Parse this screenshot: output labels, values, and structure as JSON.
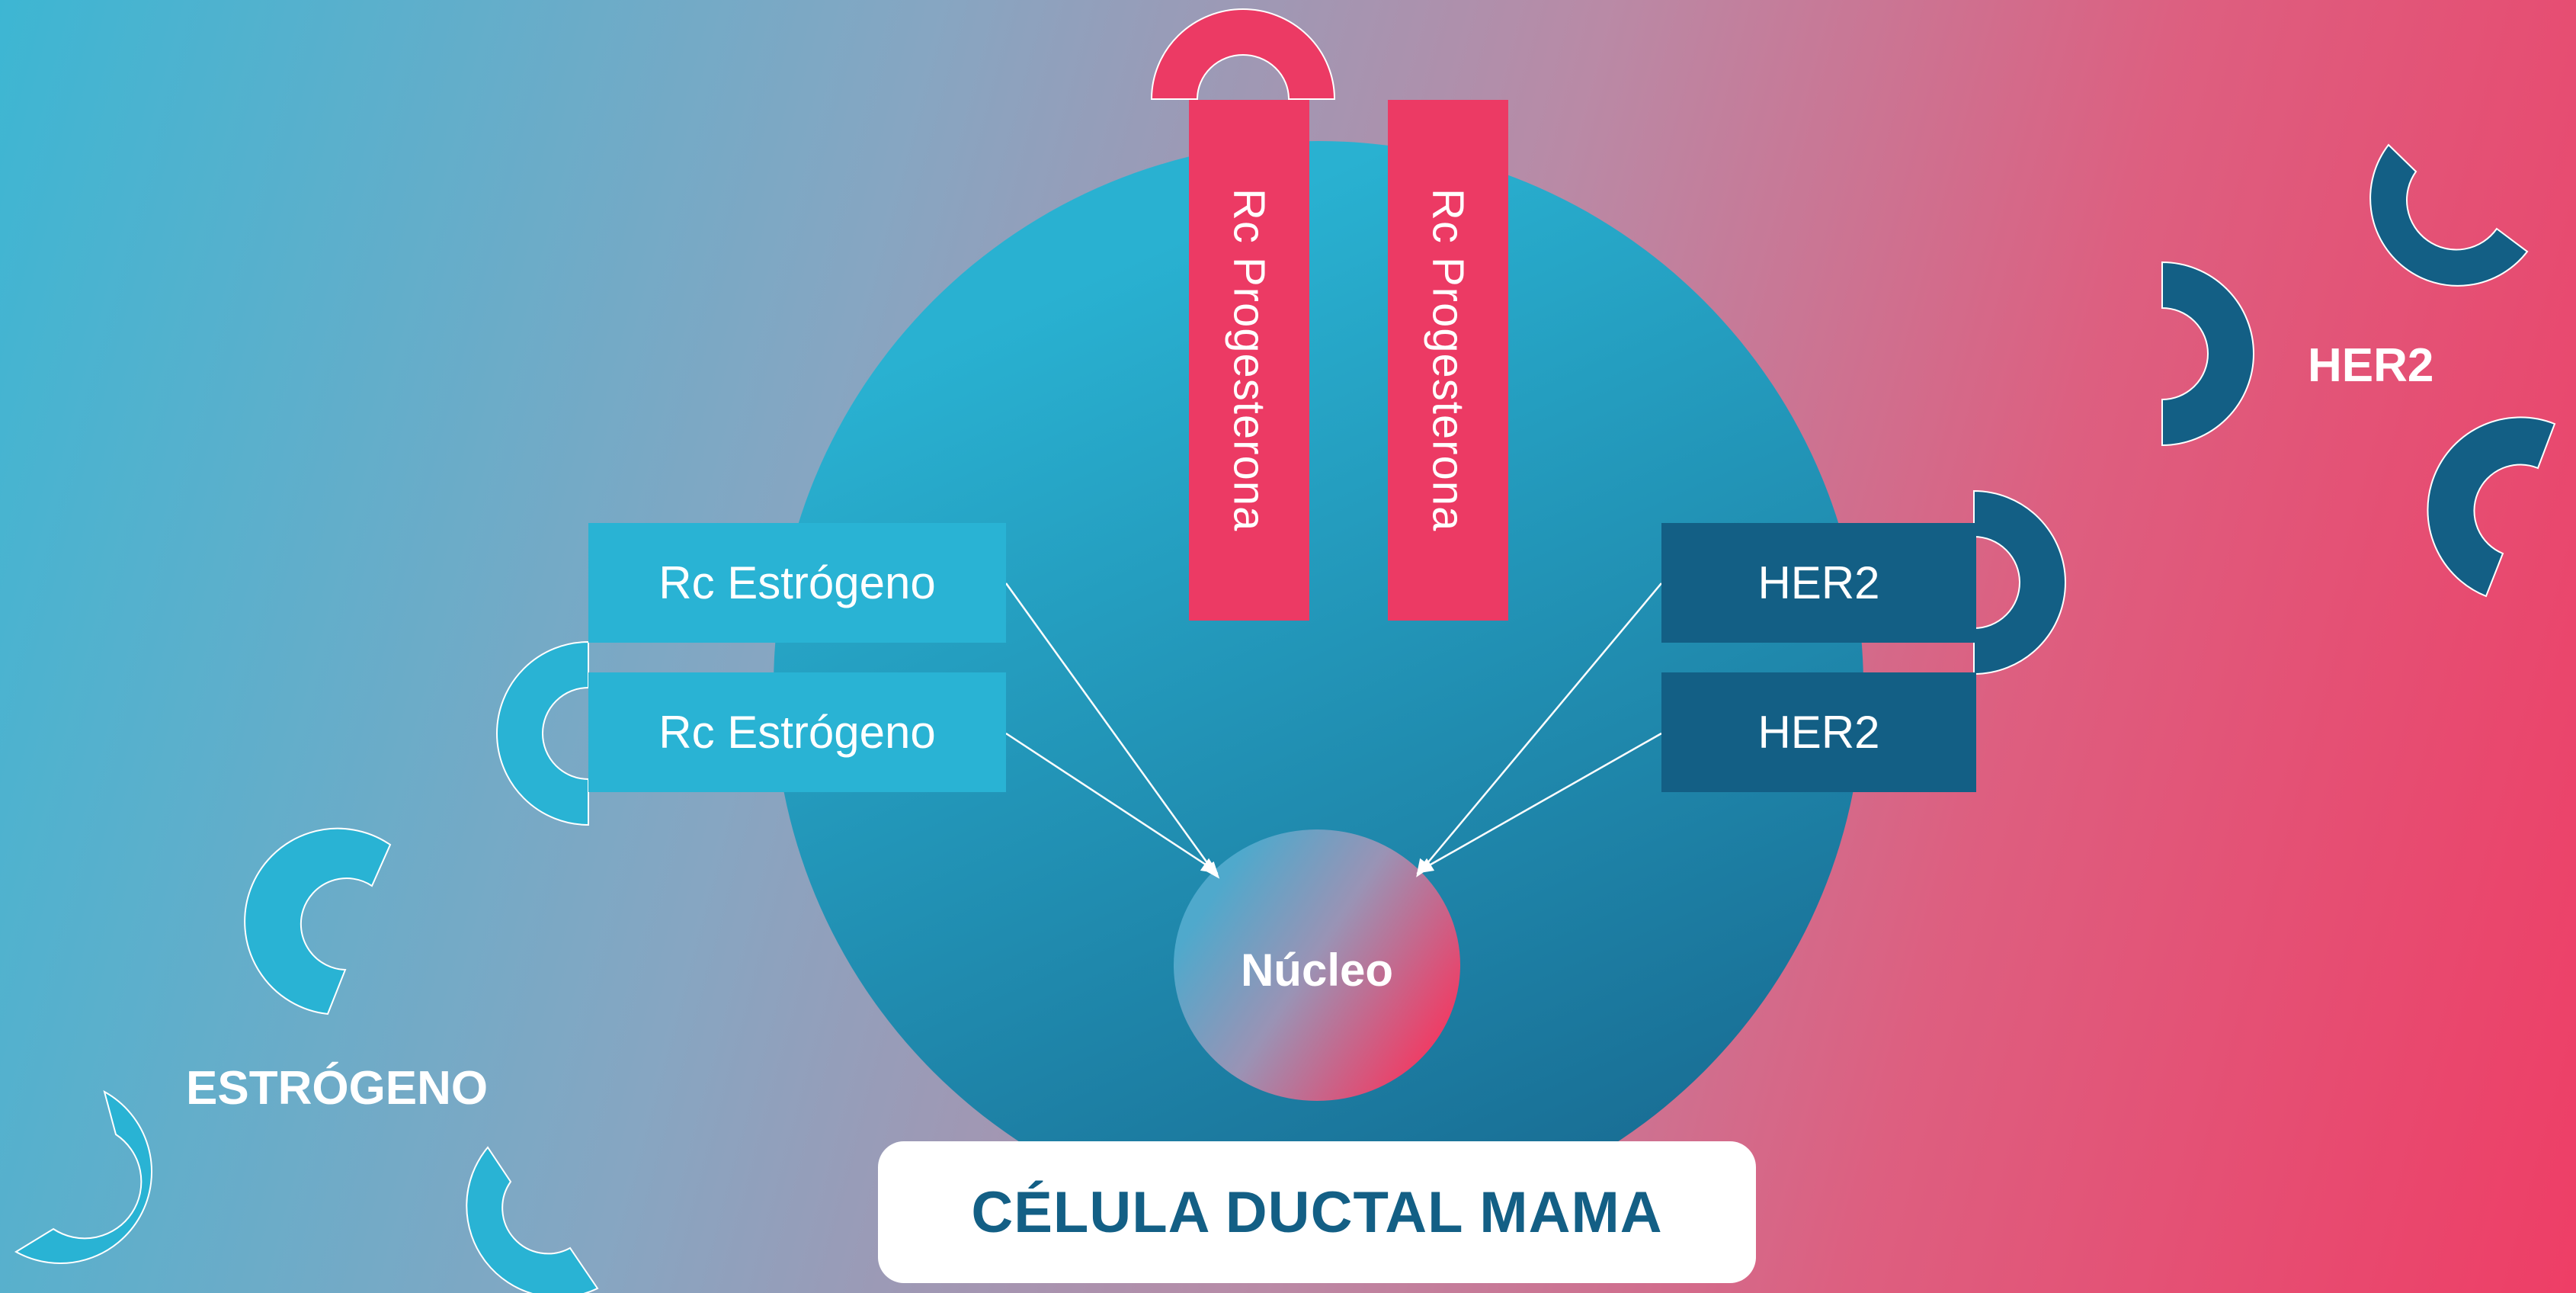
{
  "diagram": {
    "title": "CÉLULA DUCTAL MAMA",
    "nucleus_label": "Núcleo",
    "ligand_labels": {
      "estrogen": "ESTRÓGENO",
      "her2": "HER2"
    },
    "receptors": {
      "estrogen": [
        "Rc Estrógeno",
        "Rc Estrógeno"
      ],
      "progesterone": [
        "Rc Progesterona",
        "Rc Progesterona"
      ],
      "her2": [
        "HER2",
        "HER2"
      ]
    },
    "colors": {
      "estrogen": "#29b3d4",
      "her2": "#135f85",
      "progesterone": "#ec3a64",
      "cell": "#1f8fb3"
    }
  }
}
